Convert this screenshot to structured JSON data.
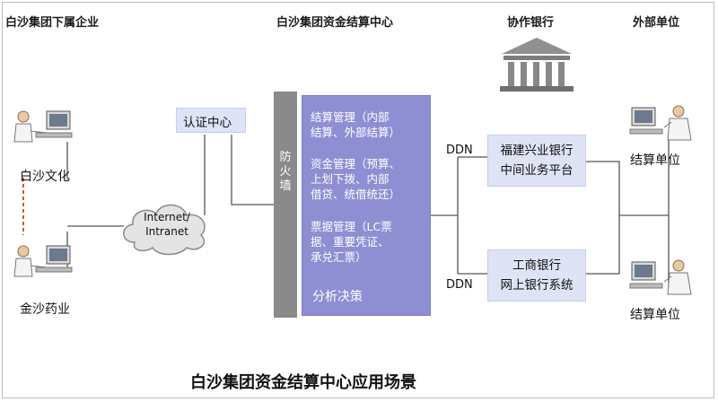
{
  "headers": {
    "subsidiaries": "白沙集团下属企业",
    "settlement_center": "白沙集团资金结算中心",
    "partner_banks": "协作银行",
    "external_units": "外部单位"
  },
  "nodes": {
    "company_a": "白沙文化",
    "company_b": "金沙药业",
    "network": "Internet/\nIntranet",
    "auth_center": "认证中心",
    "firewall": "防火墙",
    "external_unit_1": "结算单位",
    "external_unit_2": "结算单位"
  },
  "center_items": [
    "结算管理（内部\n结算、外部结算）",
    "资金管理（预算、\n上划下拨、内部\n借贷、统借统还）",
    "票据管理（LC票\n据、重要凭证、\n承兑汇票）",
    "分析决策"
  ],
  "banks": {
    "bank_1": "福建兴业银行\n中间业务平台",
    "bank_2": "工商银行\n网上银行系统",
    "ddn_1": "DDN",
    "ddn_2": "DDN"
  },
  "caption": "白沙集团资金结算中心应用场景",
  "colors": {
    "center_box": "#8e8fd3",
    "light_box": "#dfe3f6",
    "firewall": "#8a8a8a",
    "lines": "#555555"
  },
  "icons": [
    "person-computer-icon",
    "bank-building-icon",
    "cloud-icon",
    "person-phone-icon"
  ]
}
